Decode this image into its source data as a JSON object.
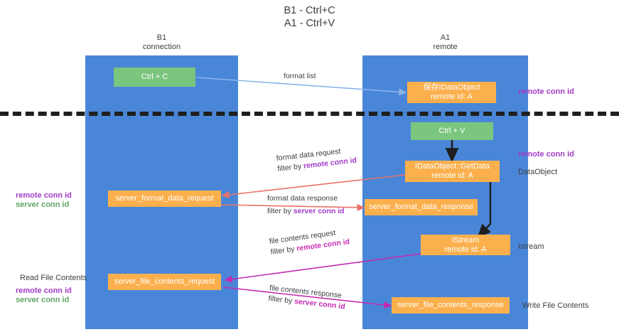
{
  "title": "B1 - Ctrl+C\nA1 - Ctrl+V",
  "columns": {
    "left": "B1\nconnection",
    "right": "A1\nremote"
  },
  "colors": {
    "lane": "#4a86d8",
    "green_box": "#7bc67e",
    "orange_box": "#fbb04d",
    "purple_text": "#a23bc6",
    "green_text": "#5fa463",
    "blue_arrow": "#8ab4e8",
    "red_arrow": "#e8726a",
    "magenta_arrow": "#c52ab0",
    "black_arrow": "#1f1f1f",
    "text": "#3c4043"
  },
  "boxes": {
    "ctrl_c": "Ctrl + C",
    "save_idataobject": "保存IDataObject\nremote id: A",
    "ctrl_v": "Ctrl + V",
    "getdata": "IDataObject::GetData\nremote id: A",
    "server_format_data_request": "server_format_data_request",
    "server_format_data_response": "server_format_data_response",
    "istream": "IStream\nremote id: A",
    "server_file_contents_request": "server_file_contents_request",
    "server_file_contents_response": "server_file_contents_response"
  },
  "edge_labels": {
    "format_list": "format list",
    "format_data_request": "format data request",
    "format_data_request_filter_prefix": "filter by ",
    "format_data_request_filter_key": "remote conn id",
    "format_data_response": "format data response",
    "format_data_response_filter_prefix": "filter by ",
    "format_data_response_filter_key": "server conn id",
    "file_contents_request": "file contents request",
    "file_contents_request_filter_prefix": "filter by ",
    "file_contents_request_filter_key": "remote conn id",
    "file_contents_response": "file contents response",
    "file_contents_response_filter_prefix": "filter by ",
    "file_contents_response_filter_key": "server conn id"
  },
  "right_labels": {
    "remote_conn_id_top": "remote conn id",
    "remote_conn_id_mid": "remote conn id",
    "dataobject": "DataObject",
    "istream": "Istream",
    "write_file_contents": "Write File Contents"
  },
  "left_labels": {
    "remote_conn_id_mid": "remote conn id",
    "server_conn_id_mid": "server conn id",
    "read_file_contents": "Read File Contents",
    "remote_conn_id_bottom": "remote conn id",
    "server_conn_id_bottom": "server conn id"
  }
}
